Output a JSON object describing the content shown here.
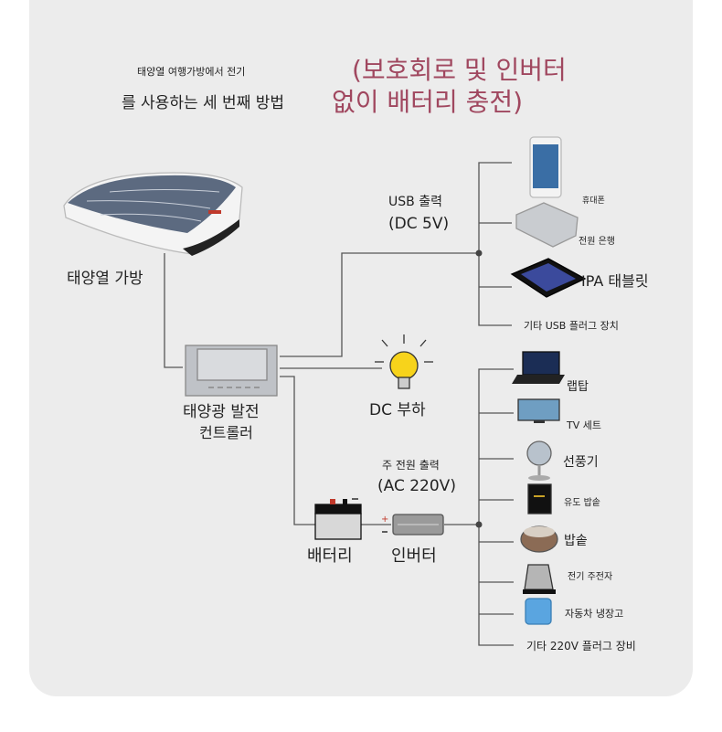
{
  "title": {
    "line1": "태양열 여행가방에서 전기",
    "line2": "를 사용하는 세 번째 방법",
    "highlight1": "(보호회로 및 인버터",
    "highlight2": "없이 배터리 충전)"
  },
  "components": {
    "suitcase": "태양열 가방",
    "controller1": "태양광 발전",
    "controller2": "컨트롤러",
    "dc_load": "DC 부하",
    "battery": "배터리",
    "inverter": "인버터"
  },
  "usb": {
    "label1": "USB 출력",
    "label2": "(DC 5V)",
    "devices": [
      "휴대폰",
      "전원 은행",
      "IPA 태블릿",
      "기타 USB 플러그 장치"
    ]
  },
  "ac": {
    "label1": "주 전원 출력",
    "label2": "(AC 220V)",
    "devices": [
      "랩탑",
      "TV 세트",
      "선풍기",
      "유도 밥솥",
      "밥솥",
      "전기 주전자",
      "자동차 냉장고",
      "기타 220V 플러그 장비"
    ]
  },
  "colors": {
    "highlight": "#a0475f",
    "wire": "#555555",
    "background": "#ececec"
  }
}
